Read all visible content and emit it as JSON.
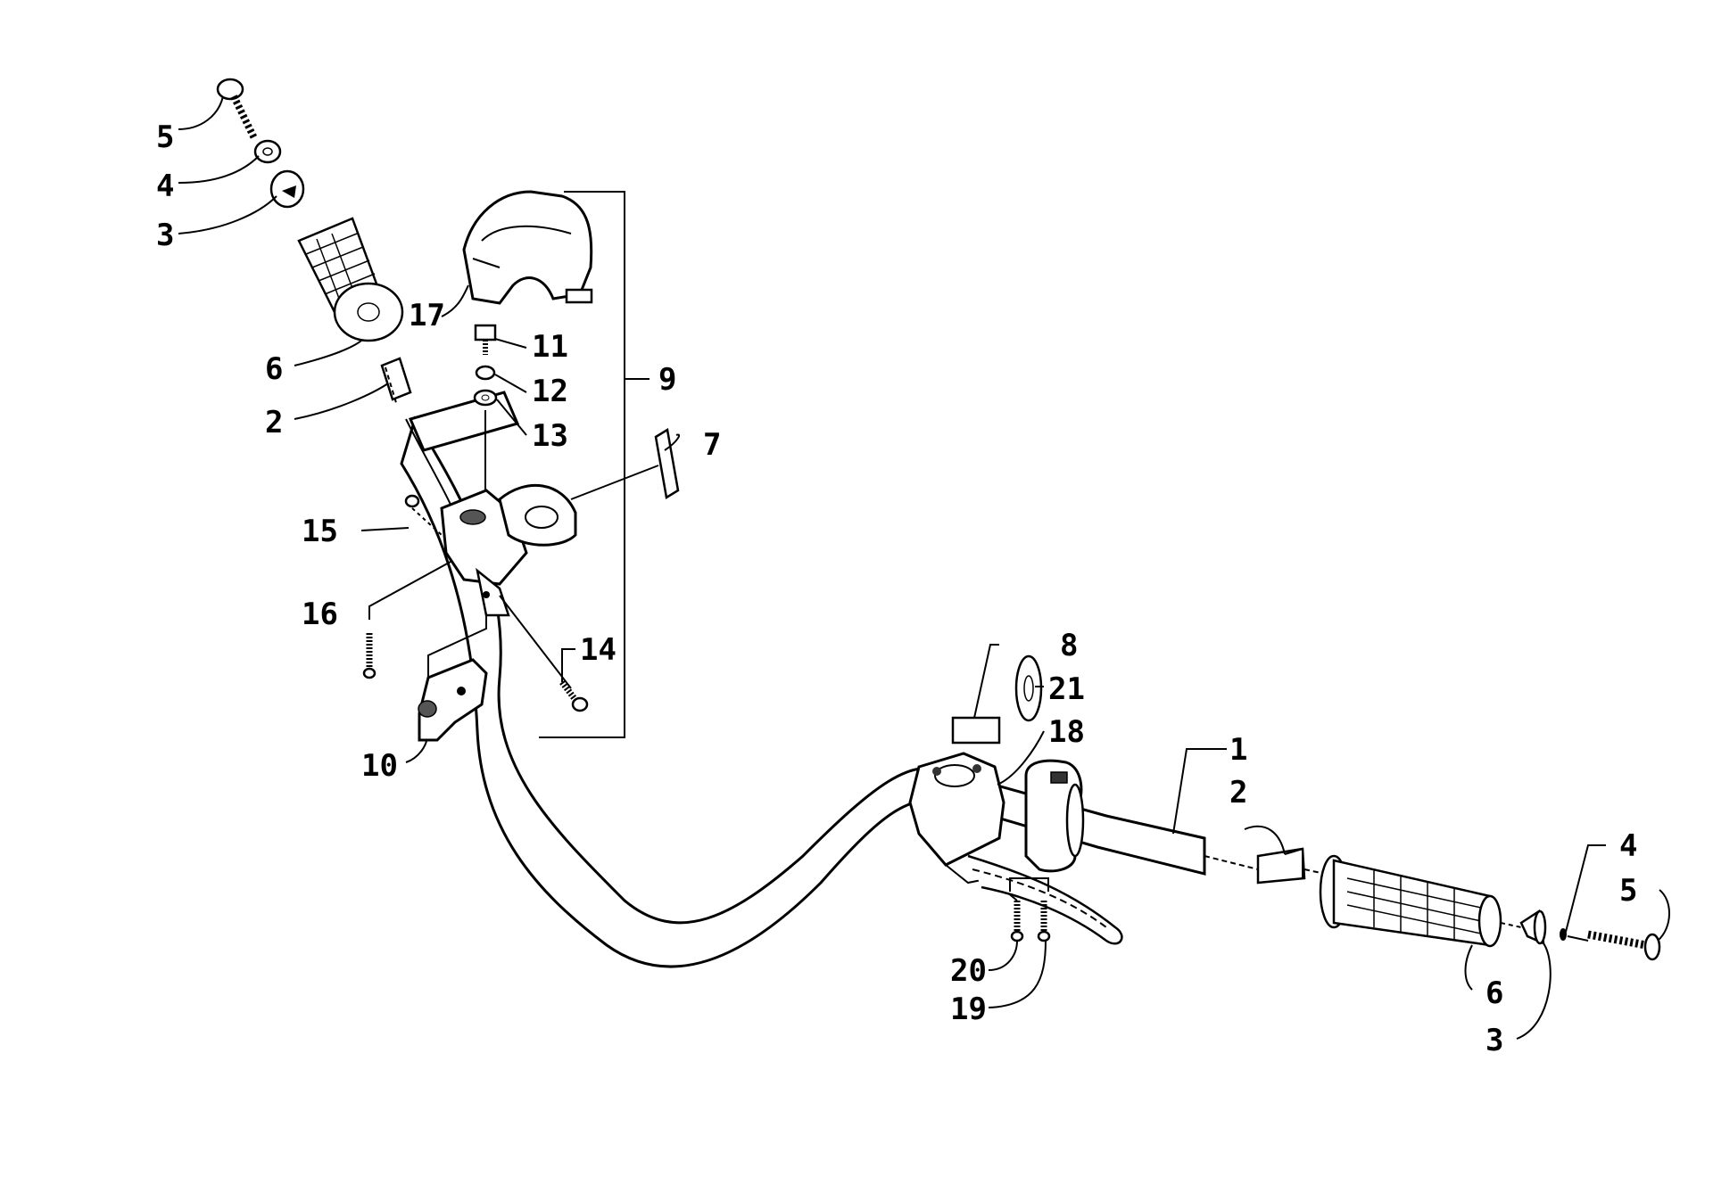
{
  "callouts": [
    {
      "id": "c5a",
      "text": "5"
    },
    {
      "id": "c4a",
      "text": "4"
    },
    {
      "id": "c3a",
      "text": "3"
    },
    {
      "id": "c6a",
      "text": "6"
    },
    {
      "id": "c2a",
      "text": "2"
    },
    {
      "id": "c17",
      "text": "17"
    },
    {
      "id": "c11",
      "text": "11"
    },
    {
      "id": "c12",
      "text": "12"
    },
    {
      "id": "c13",
      "text": "13"
    },
    {
      "id": "c9",
      "text": "9"
    },
    {
      "id": "c7",
      "text": "7"
    },
    {
      "id": "c15",
      "text": "15"
    },
    {
      "id": "c16",
      "text": "16"
    },
    {
      "id": "c14",
      "text": "14"
    },
    {
      "id": "c10",
      "text": "10"
    },
    {
      "id": "c8",
      "text": "8"
    },
    {
      "id": "c21",
      "text": "21"
    },
    {
      "id": "c18",
      "text": "18"
    },
    {
      "id": "c1",
      "text": "1"
    },
    {
      "id": "c2b",
      "text": "2"
    },
    {
      "id": "c4b",
      "text": "4"
    },
    {
      "id": "c5b",
      "text": "5"
    },
    {
      "id": "c20",
      "text": "20"
    },
    {
      "id": "c19",
      "text": "19"
    },
    {
      "id": "c6b",
      "text": "6"
    },
    {
      "id": "c3b",
      "text": "3"
    }
  ]
}
